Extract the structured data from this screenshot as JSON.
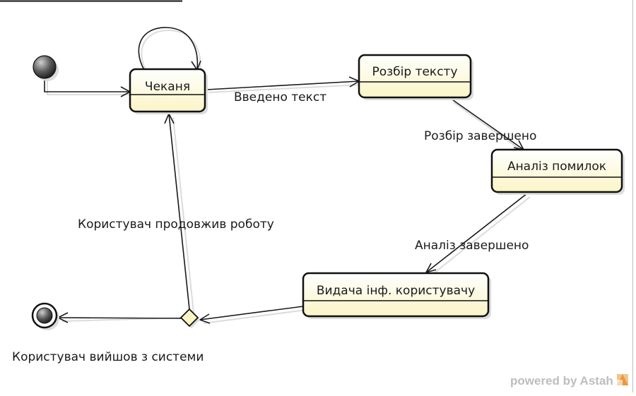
{
  "diagram": {
    "states": {
      "typing": "Чеканя",
      "parsing": "Розбір тексту",
      "analysis": "Аналіз помилок",
      "output": "Видача інф. користувачу"
    },
    "transitions": {
      "text_entered": "Введено текст",
      "parse_done": "Розбір завершено",
      "analysis_done": "Аналіз завершено",
      "user_continued": "Користувач продовжив роботу",
      "user_exited": "Користувач вийшов з системи"
    }
  },
  "watermark": "powered by Astah",
  "colors": {
    "state_fill_top": "#ffffff",
    "state_fill_bottom": "#fbf5c6",
    "stroke": "#1a1a1a"
  }
}
